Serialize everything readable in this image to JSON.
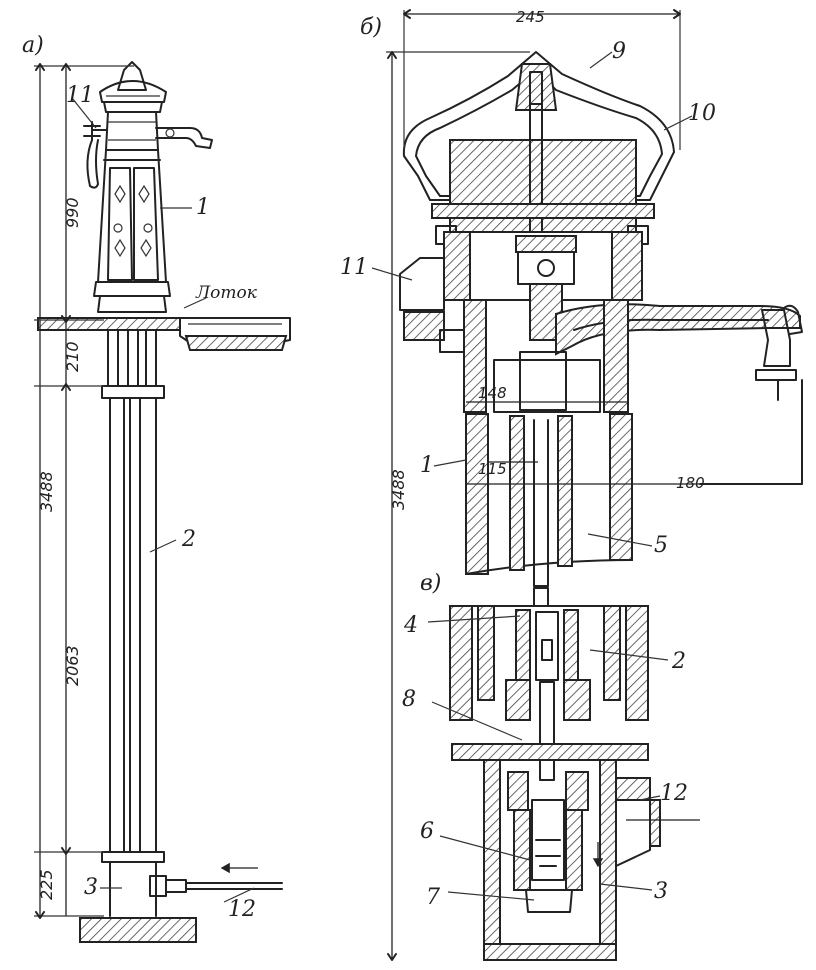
{
  "view_labels": {
    "a": "а)",
    "b": "б)",
    "c": "в)"
  },
  "dimensions": {
    "a_990": "990",
    "a_210": "210",
    "a_3488": "3488",
    "a_2063": "2063",
    "a_225": "225",
    "b_245": "245",
    "b_3488": "3488",
    "b_148": "148",
    "b_115": "115",
    "b_180": "180"
  },
  "part_labels": {
    "a_11": "11",
    "a_1": "1",
    "a_tray": "Лоток",
    "a_2": "2",
    "a_3": "3",
    "a_12": "12",
    "b_9": "9",
    "b_10": "10",
    "b_11": "11",
    "b_1": "1",
    "b_5": "5",
    "c_4": "4",
    "c_2": "2",
    "c_8": "8",
    "c_12": "12",
    "c_6": "6",
    "c_3": "3",
    "c_7": "7"
  }
}
